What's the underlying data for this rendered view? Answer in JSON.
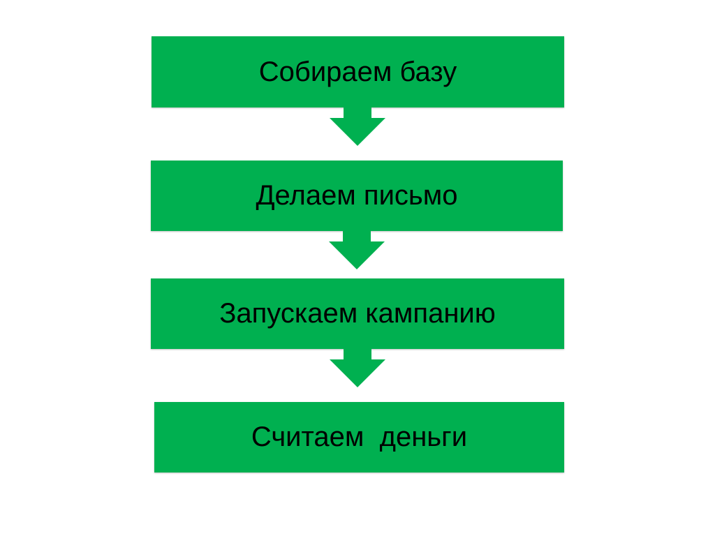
{
  "colors": {
    "box_fill": "#00b050",
    "box_text": "#000000",
    "background": "#ffffff"
  },
  "flow": {
    "steps": [
      {
        "label": "Собираем базу"
      },
      {
        "label": "Делаем письмо"
      },
      {
        "label": "Запускаем кампанию"
      },
      {
        "label": "Считаем  деньги"
      }
    ],
    "connector_icon": "arrow-down-icon"
  }
}
